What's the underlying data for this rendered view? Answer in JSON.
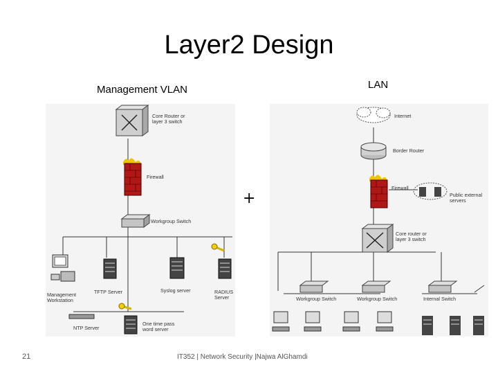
{
  "slide": {
    "title": "Layer2 Design",
    "left_label": "Management VLAN",
    "right_label": "LAN",
    "plus": "+",
    "page_number": "21",
    "footer": "IT352 | Network Security |Najwa AlGhamdi"
  },
  "left_diagram": {
    "core_router": "Core Router or\nlayer 3 switch",
    "firewall": "Firewall",
    "workgroup_switch": "Workgroup Switch",
    "tftp_server": "TFTP Server",
    "syslog_server": "Syslog server",
    "radius_server": "RADIUS\nServer",
    "management_workstation": "Management\nWorkstation",
    "ntp_server": "NTP Server",
    "otp_server": "One time pass\nword server"
  },
  "right_diagram": {
    "internet": "Internet",
    "border_router": "Border Router",
    "firewall": "Firewall",
    "public_servers": "Public external\nservers",
    "core_switch": "Core router or\nlayer 3 switch",
    "workgroup_switch_1": "Workgroup Switch",
    "workgroup_switch_2": "Workgroup Switch",
    "internal_switch": "Internal Switch"
  },
  "colors": {
    "firewall_red": "#b01818",
    "firewall_flame": "#f2c400",
    "device_gray": "#c8c8c8",
    "line": "#333333"
  }
}
